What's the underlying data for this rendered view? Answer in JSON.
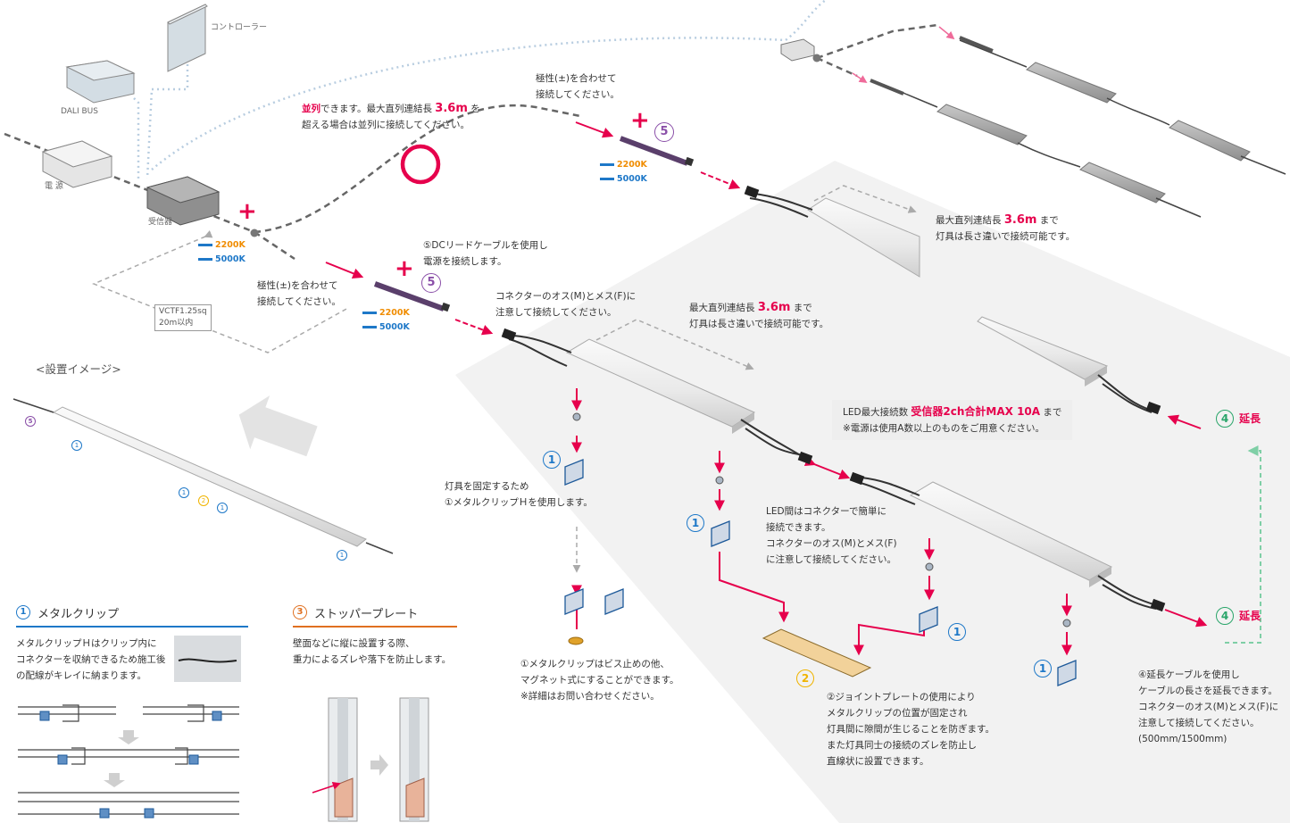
{
  "devices": {
    "controller": "コントローラー",
    "dali_bus": "DALI BUS",
    "power": "電 源",
    "receiver": "受信器"
  },
  "cable_box": {
    "line1": "VCTF1.25sq",
    "line2": "20m以内"
  },
  "parallel_note": {
    "emph": "並列",
    "line1_rest": "できます。最大直列連結長",
    "length": "3.6m",
    "line1_end": "を",
    "line2": "超える場合は並列に接続してください。"
  },
  "polarity_top": {
    "line1": "極性(±)を合わせて",
    "line2": "接続してください。"
  },
  "polarity_mid": {
    "line1": "極性(±)を合わせて",
    "line2": "接続してください。"
  },
  "temps": {
    "warm": "2200K",
    "cool": "5000K"
  },
  "dc_lead": {
    "line1": "⑤DCリードケーブルを使用し",
    "line2": "電源を接続します。"
  },
  "connector_note": {
    "line1": "コネクターのオス(M)とメス(F)に",
    "line2": "注意して接続してください。"
  },
  "series_top": {
    "prefix": "最大直列連結長",
    "length": "3.6m",
    "suffix": "まで",
    "line2": "灯具は長さ違いで接続可能です。"
  },
  "series_mid": {
    "prefix": "最大直列連結長",
    "length": "3.6m",
    "suffix": "まで",
    "line2": "灯具は長さ違いで接続可能です。"
  },
  "max_conn": {
    "prefix": "LED最大接続数",
    "emph": "受信器2ch合計MAX 10A",
    "suffix": "まで",
    "line2": "※電源は使用A数以上のものをご用意ください。"
  },
  "install_image": "<設置イメージ>",
  "fix_note": {
    "line1": "灯具を固定するため",
    "line2": "①メタルクリップＨを使用します。"
  },
  "magnet_note": {
    "line1": "①メタルクリップはビス止めの他、",
    "line2": "マグネット式にすることができます。",
    "line3": "※詳細はお問い合わせください。"
  },
  "led_conn_note": {
    "line1": "LED間はコネクターで簡単に",
    "line2": "接続できます。",
    "line3": "コネクターのオス(M)とメス(F)",
    "line4": "に注意して接続してください。"
  },
  "joint_note": {
    "line1": "②ジョイントプレートの使用により",
    "line2": "メタルクリップの位置が固定され",
    "line3": "灯具間に隙間が生じることを防ぎます。",
    "line4": "また灯具同士の接続のズレを防止し",
    "line5": "直線状に設置できます。"
  },
  "extension": {
    "label": "延長"
  },
  "ext_note": {
    "line1": "④延長ケーブルを使用し",
    "line2": "ケーブルの長さを延長できます。",
    "line3": "コネクターのオス(M)とメス(F)に",
    "line4": "注意して接続してください。",
    "line5": "(500mm/1500mm)"
  },
  "metal_clip": {
    "title": "メタルクリップ",
    "line1": "メタルクリップＨはクリップ内に",
    "line2": "コネクターを収納できるため施工後",
    "line3": "の配線がキレイに納まります。"
  },
  "stopper": {
    "title": "ストッパープレート",
    "line1": "壁面などに縦に設置する際、",
    "line2": "重力によるズレや落下を防止します。"
  },
  "numbers": {
    "n1": "1",
    "n2": "2",
    "n3": "3",
    "n4": "4",
    "n5": "5"
  },
  "colors": {
    "accent_red": "#e6004c",
    "purple": "#8a4fa8",
    "blue": "#1e78c8",
    "orange": "#f08c00",
    "green": "#2aa56a",
    "yellow": "#f0b400"
  }
}
